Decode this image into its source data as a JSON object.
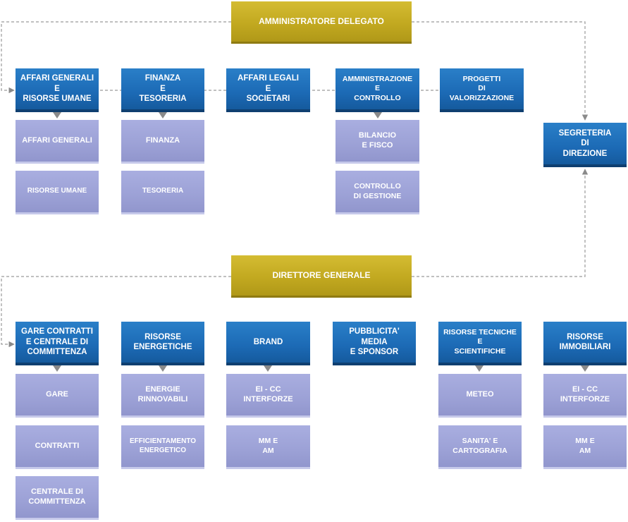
{
  "colors": {
    "executive": "#c2a920",
    "department": "#1c6ab5",
    "unit": "#9ca1d6",
    "connector": "#8a8a8a"
  },
  "executives": {
    "ceo": "AMMINISTRATORE DELEGATO",
    "gm": "DIRETTORE GENERALE"
  },
  "secretariat": "SEGRETERIA\nDI\nDIREZIONE",
  "top_departments": [
    {
      "label": "AFFARI GENERALI\nE\nRISORSE UMANE",
      "units": [
        "AFFARI GENERALI",
        "RISORSE UMANE"
      ]
    },
    {
      "label": "FINANZA\nE\nTESORERIA",
      "units": [
        "FINANZA",
        "TESORERIA"
      ]
    },
    {
      "label": "AFFARI LEGALI\nE\nSOCIETARI",
      "units": []
    },
    {
      "label": "AMMINISTRAZIONE\nE\nCONTROLLO",
      "units": [
        "BILANCIO\nE FISCO",
        "CONTROLLO\nDI GESTIONE"
      ]
    },
    {
      "label": "PROGETTI\nDI\nVALORIZZAZIONE",
      "units": []
    }
  ],
  "bottom_departments": [
    {
      "label": "GARE CONTRATTI\nE CENTRALE DI\nCOMMITTENZA",
      "units": [
        "GARE",
        "CONTRATTI",
        "CENTRALE DI\nCOMMITTENZA"
      ]
    },
    {
      "label": "RISORSE\nENERGETICHE",
      "units": [
        "ENERGIE\nRINNOVABILI",
        "EFFICIENTAMENTO\nENERGETICO"
      ]
    },
    {
      "label": "BRAND",
      "units": [
        "EI - CC\nINTERFORZE",
        "MM E\nAM"
      ]
    },
    {
      "label": "PUBBLICITA'\nMEDIA\nE SPONSOR",
      "units": []
    },
    {
      "label": "RISORSE TECNICHE\nE\nSCIENTIFICHE",
      "units": [
        "METEO",
        "SANITA' E\nCARTOGRAFIA"
      ]
    },
    {
      "label": "RISORSE\nIMMOBILIARI",
      "units": [
        "EI - CC\nINTERFORZE",
        "MM E\nAM"
      ]
    }
  ]
}
